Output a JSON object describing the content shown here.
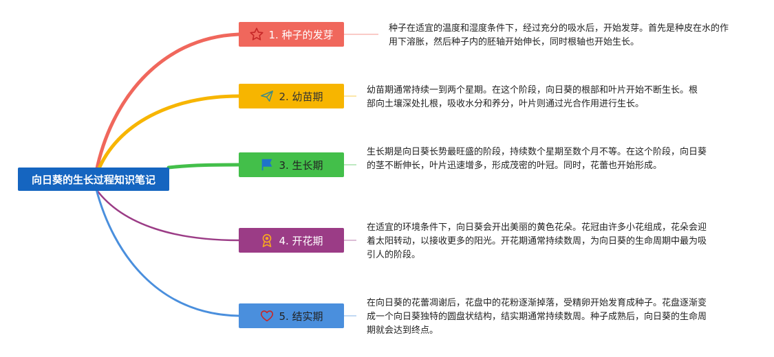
{
  "root": {
    "title": "向日葵的生长过程知识笔记"
  },
  "colors": {
    "root": "#1565c0",
    "stage1": "#f0675c",
    "stage2": "#f7b500",
    "stage3": "#43bf4a",
    "stage4": "#9b3c86",
    "stage5": "#4a8fdd"
  },
  "stages": [
    {
      "label": "1. 种子的发芽",
      "icon": "star-icon",
      "description": "种子在适宜的温度和湿度条件下，经过充分的吸水后，开始发芽。首先是种皮在水的作用下溶胀，然后种子内的胚轴开始伸长，同时根轴也开始生长。"
    },
    {
      "label": "2. 幼苗期",
      "icon": "paper-plane-icon",
      "description": "幼苗期通常持续一到两个星期。在这个阶段，向日葵的根部和叶片开始不断生长。根部向土壤深处扎根，吸收水分和养分，叶片则通过光合作用进行生长。"
    },
    {
      "label": "3. 生长期",
      "icon": "flag-icon",
      "description": "生长期是向日葵长势最旺盛的阶段，持续数个星期至数个月不等。在这个阶段，向日葵的茎不断伸长，叶片迅速增多，形成茂密的叶冠。同时，花蕾也开始形成。"
    },
    {
      "label": "4. 开花期",
      "icon": "award-icon",
      "description": "在适宜的环境条件下，向日葵会开出美丽的黄色花朵。花冠由许多小花组成，花朵会迎着太阳转动，以接收更多的阳光。开花期通常持续数周，为向日葵的生命周期中最为吸引人的阶段。"
    },
    {
      "label": "5. 结实期",
      "icon": "heart-icon",
      "description": "在向日葵的花蕾凋谢后，花盘中的花粉逐渐掉落，受精卵开始发育成种子。花盘逐渐变成一个向日葵独特的圆盘状结构，结实期通常持续数周。种子成熟后，向日葵的生命周期就会达到终点。"
    }
  ]
}
